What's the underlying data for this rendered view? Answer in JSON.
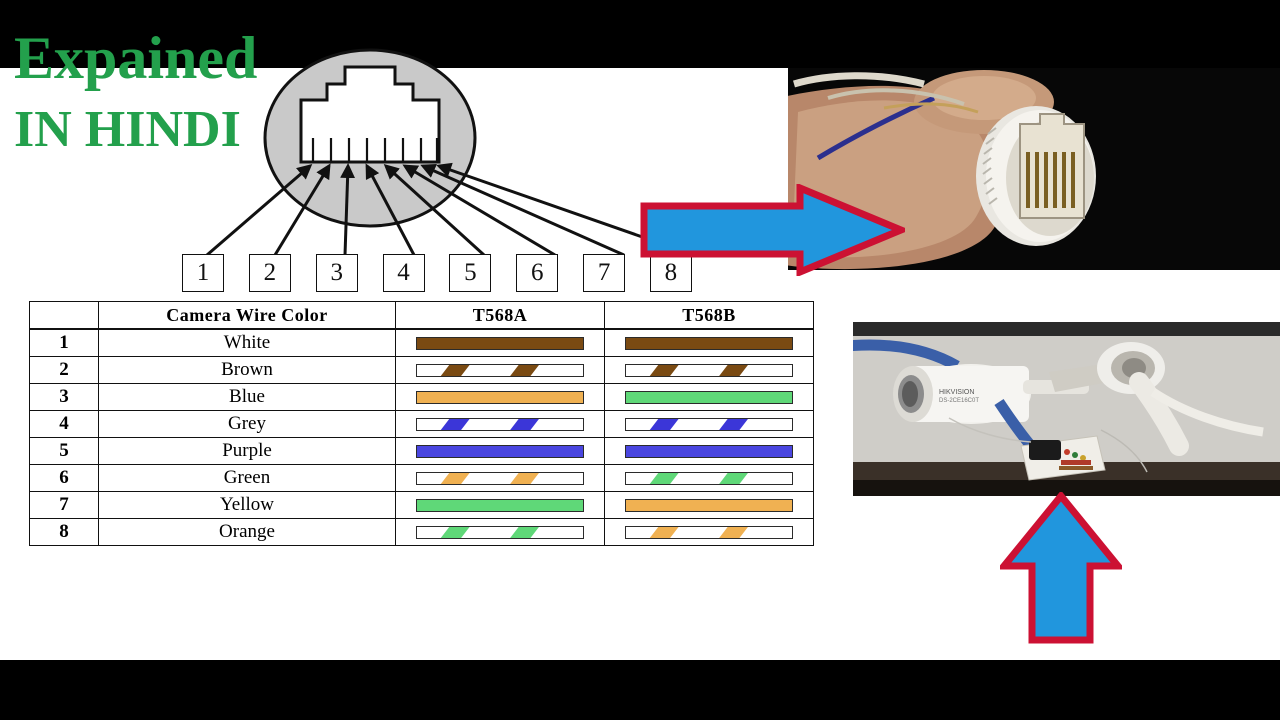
{
  "title": {
    "line1": "Expained",
    "line2": "IN HINDI",
    "color": "#23a04c"
  },
  "jack_diagram": {
    "label": "rj45-jack-front-view",
    "pin_count": 8,
    "body_color": "#c9c9c9",
    "port_color": "#ffffff",
    "line_color": "#000000"
  },
  "pin_boxes": [
    "1",
    "2",
    "3",
    "4",
    "5",
    "6",
    "7",
    "8"
  ],
  "table": {
    "headers": [
      "",
      "Camera Wire Color",
      "T568A",
      "T568B"
    ],
    "rows": [
      {
        "pin": "1",
        "camera_color": "White",
        "t568a": {
          "type": "solid",
          "color": "#7a4a12"
        },
        "t568b": {
          "type": "solid",
          "color": "#7a4a12"
        }
      },
      {
        "pin": "2",
        "camera_color": "Brown",
        "t568a": {
          "type": "striped",
          "color": "#7a4a12"
        },
        "t568b": {
          "type": "striped",
          "color": "#7a4a12"
        }
      },
      {
        "pin": "3",
        "camera_color": "Blue",
        "t568a": {
          "type": "solid",
          "color": "#f0b152"
        },
        "t568b": {
          "type": "solid",
          "color": "#5fd878"
        }
      },
      {
        "pin": "4",
        "camera_color": "Grey",
        "t568a": {
          "type": "striped",
          "color": "#3b36d8"
        },
        "t568b": {
          "type": "striped",
          "color": "#3b36d8"
        }
      },
      {
        "pin": "5",
        "camera_color": "Purple",
        "t568a": {
          "type": "solid",
          "color": "#4a46e0"
        },
        "t568b": {
          "type": "solid",
          "color": "#4a46e0"
        }
      },
      {
        "pin": "6",
        "camera_color": "Green",
        "t568a": {
          "type": "striped",
          "color": "#f0b152"
        },
        "t568b": {
          "type": "striped",
          "color": "#5fd878"
        }
      },
      {
        "pin": "7",
        "camera_color": "Yellow",
        "t568a": {
          "type": "solid",
          "color": "#5fd878"
        },
        "t568b": {
          "type": "solid",
          "color": "#f0b152"
        }
      },
      {
        "pin": "8",
        "camera_color": "Orange",
        "t568a": {
          "type": "striped",
          "color": "#5fd878"
        },
        "t568b": {
          "type": "striped",
          "color": "#f0b152"
        }
      }
    ],
    "group_ends": [
      1,
      3,
      4,
      6,
      7
    ]
  },
  "photos": {
    "coupler": {
      "caption": "hand-holding-white-rj45-coupler-on-black-background"
    },
    "camera": {
      "caption": "white-bullet-cctv-camera-with-blue-cable-and-circuit-board"
    }
  },
  "arrows": {
    "right": {
      "direction": "right",
      "fill": "#2196dd",
      "stroke": "#cc1133"
    },
    "up": {
      "direction": "up",
      "fill": "#2196dd",
      "stroke": "#cc1133"
    }
  }
}
